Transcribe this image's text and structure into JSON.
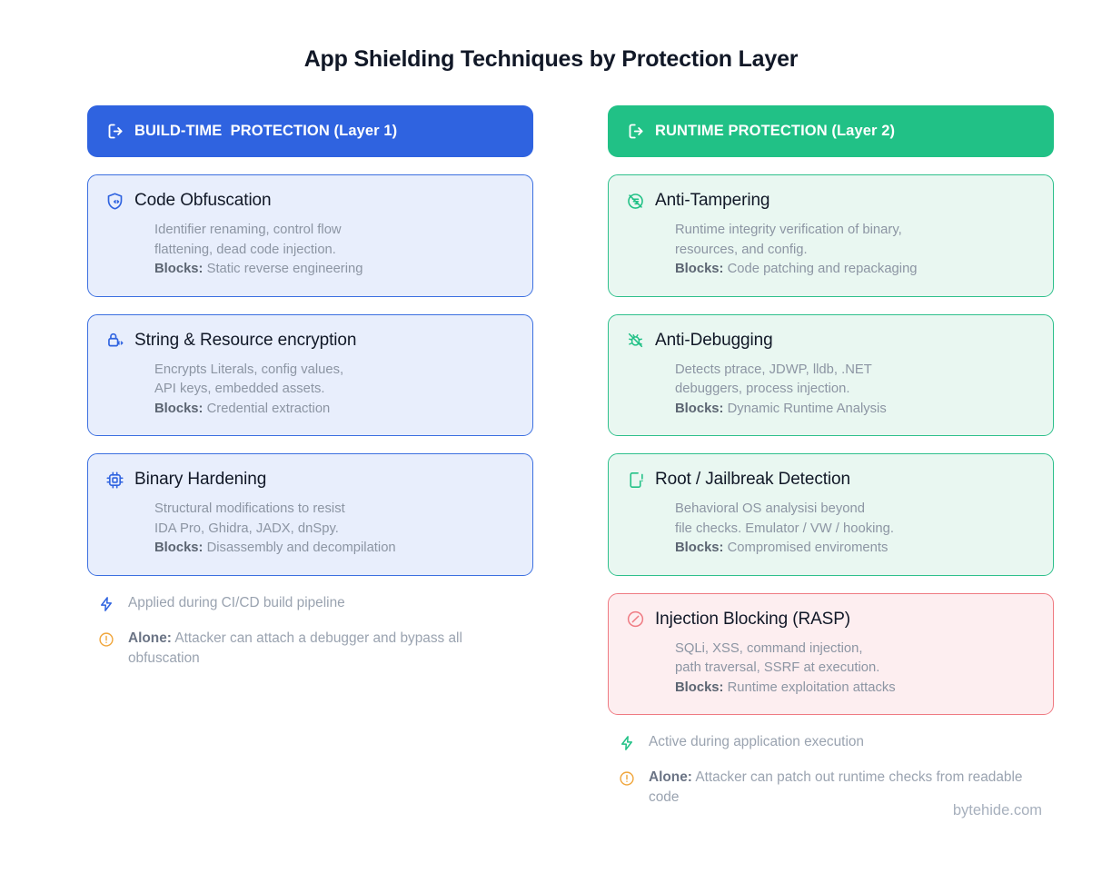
{
  "title": "App Shielding Techniques by Protection Layer",
  "watermark": "bytehide.com",
  "colors": {
    "build_accent": "#2f63e0",
    "runtime_accent": "#21c186",
    "danger_accent": "#ef7a82",
    "warn_accent": "#f0a63c",
    "card_blue_bg": "#e8eefc",
    "card_green_bg": "#e9f7f1",
    "card_red_bg": "#fdeef0",
    "body_text": "#8c95a3"
  },
  "columns": [
    {
      "id": "build-time",
      "header": {
        "label": "BUILD-TIME  PROTECTION (Layer 1)",
        "icon": "export-arrow-icon",
        "theme": "blue"
      },
      "cards": [
        {
          "id": "code-obfuscation",
          "theme": "blue",
          "icon": "shield-code-icon",
          "title": "Code Obfuscation",
          "desc_line1": "Identifier renaming, control flow",
          "desc_line2": "flattening, dead code injection.",
          "blocks_label": "Blocks:",
          "blocks_value": "Static reverse engineering"
        },
        {
          "id": "string-resource-encryption",
          "theme": "blue",
          "icon": "lock-code-icon",
          "title": "String & Resource encryption",
          "desc_line1": "Encrypts Literals, config values,",
          "desc_line2": "API keys, embedded assets.",
          "blocks_label": "Blocks:",
          "blocks_value": "Credential extraction"
        },
        {
          "id": "binary-hardening",
          "theme": "blue",
          "icon": "cpu-chip-icon",
          "title": "Binary Hardening",
          "desc_line1": "Structural modifications to resist",
          "desc_line2": "IDA Pro, Ghidra, JADX, dnSpy.",
          "blocks_label": "Blocks:",
          "blocks_value": "Disassembly and decompilation"
        }
      ],
      "notes": [
        {
          "id": "build-timing-note",
          "icon": "lightning-bolt-icon",
          "icon_color": "#2f63e0",
          "strong": "",
          "text": "Applied during CI/CD build pipeline"
        },
        {
          "id": "build-weakness-note",
          "icon": "alert-circle-icon",
          "icon_color": "#f0a63c",
          "strong": "Alone:",
          "text": " Attacker can attach a debugger and bypass all obfuscation"
        }
      ]
    },
    {
      "id": "runtime",
      "header": {
        "label": "RUNTIME PROTECTION (Layer 2)",
        "icon": "export-arrow-icon",
        "theme": "green"
      },
      "cards": [
        {
          "id": "anti-tampering",
          "theme": "green",
          "icon": "no-tamper-icon",
          "title": "Anti-Tampering",
          "desc_line1": "Runtime integrity verification of binary,",
          "desc_line2": "resources, and config.",
          "blocks_label": "Blocks:",
          "blocks_value": "Code patching and repackaging"
        },
        {
          "id": "anti-debugging",
          "theme": "green",
          "icon": "bug-slash-icon",
          "title": "Anti-Debugging",
          "desc_line1": "Detects ptrace, JDWP, lldb, .NET",
          "desc_line2": "debuggers, process injection.",
          "blocks_label": "Blocks:",
          "blocks_value": "Dynamic Runtime Analysis"
        },
        {
          "id": "root-jailbreak-detection",
          "theme": "green",
          "icon": "phone-alert-icon",
          "title": "Root / Jailbreak Detection",
          "desc_line1": "Behavioral OS analysisi beyond",
          "desc_line2": "file checks. Emulator / VW / hooking.",
          "blocks_label": "Blocks:",
          "blocks_value": "Compromised enviroments"
        },
        {
          "id": "injection-blocking-rasp",
          "theme": "red",
          "icon": "ban-circle-icon",
          "title": "Injection Blocking (RASP)",
          "desc_line1": "SQLi, XSS, command injection,",
          "desc_line2": "path traversal, SSRF at execution.",
          "blocks_label": "Blocks:",
          "blocks_value": "Runtime exploitation attacks"
        }
      ],
      "notes": [
        {
          "id": "runtime-timing-note",
          "icon": "lightning-bolt-icon",
          "icon_color": "#21c186",
          "strong": "",
          "text": "Active during application execution"
        },
        {
          "id": "runtime-weakness-note",
          "icon": "alert-circle-icon",
          "icon_color": "#f0a63c",
          "strong": "Alone:",
          "text": " Attacker can patch out runtime checks from readable code"
        }
      ]
    }
  ]
}
